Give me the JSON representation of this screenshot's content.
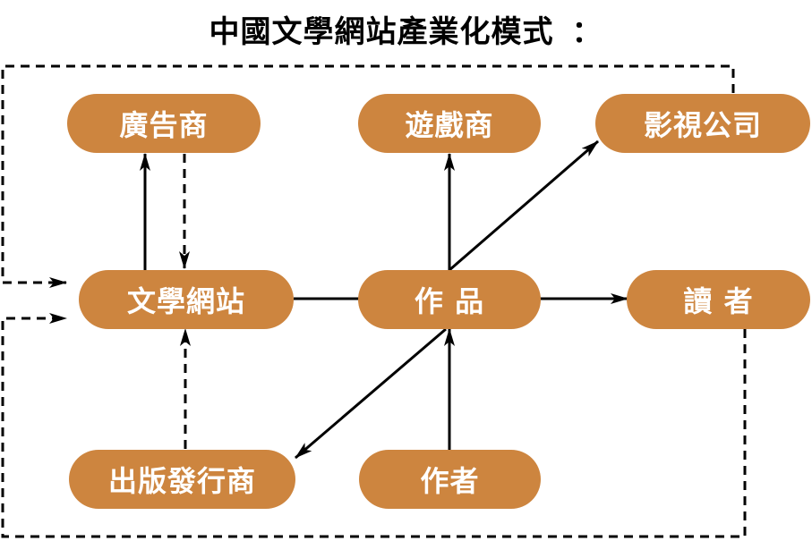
{
  "title": "中國文學網站產業化模式",
  "title_suffix": "：",
  "colors": {
    "node_fill": "#cd853f",
    "node_text": "#ffffff",
    "edge": "#000000"
  },
  "nodes": {
    "advertiser": "廣告商",
    "game_company": "遊戲商",
    "film_tv_company": "影視公司",
    "literature_website": "文學網站",
    "works": "作 品",
    "readers": "讀 者",
    "publisher": "出版發行商",
    "author": "作者"
  },
  "edges": [
    {
      "from": "literature_website",
      "to": "advertiser",
      "style": "solid"
    },
    {
      "from": "advertiser",
      "to": "literature_website",
      "style": "dashed"
    },
    {
      "from": "works",
      "to": "game_company",
      "style": "solid"
    },
    {
      "from": "works",
      "to": "film_tv_company",
      "style": "solid"
    },
    {
      "from": "literature_website",
      "to": "works",
      "style": "solid",
      "arrow": false
    },
    {
      "from": "works",
      "to": "readers",
      "style": "solid"
    },
    {
      "from": "works",
      "to": "publisher",
      "style": "solid"
    },
    {
      "from": "author",
      "to": "works",
      "style": "solid"
    },
    {
      "from": "publisher",
      "to": "literature_website",
      "style": "dashed"
    },
    {
      "from": "film_tv_company",
      "to": "literature_website",
      "style": "dashed",
      "route": "outer-loop-top"
    },
    {
      "from": "readers",
      "to": "literature_website",
      "style": "dashed",
      "route": "outer-loop-bottom"
    }
  ]
}
